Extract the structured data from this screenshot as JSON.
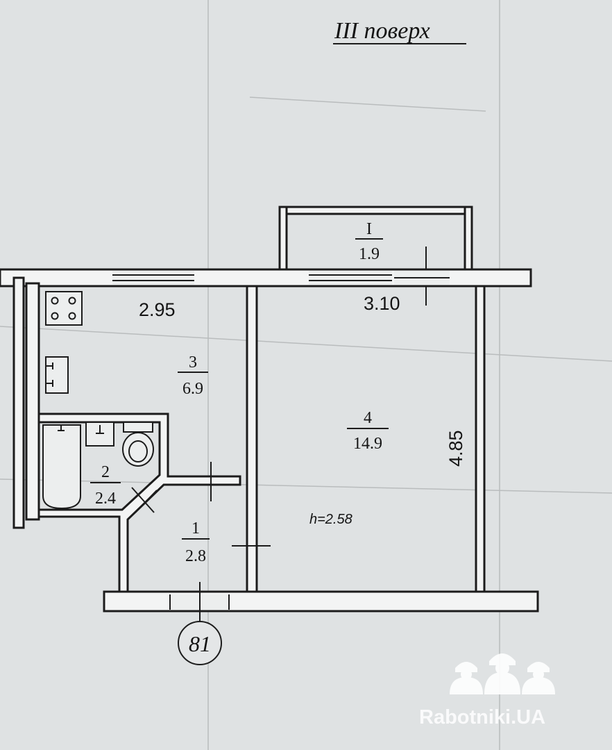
{
  "floor_title": "III поверх",
  "ceiling_height": "h=2.58",
  "apartment_number": "81",
  "rooms": [
    {
      "id": "balcony",
      "number": "I",
      "area": "1.9"
    },
    {
      "id": "hallway",
      "number": "1",
      "area": "2.8"
    },
    {
      "id": "bathroom",
      "number": "2",
      "area": "2.4"
    },
    {
      "id": "kitchen",
      "number": "3",
      "area": "6.9"
    },
    {
      "id": "living-room",
      "number": "4",
      "area": "14.9"
    }
  ],
  "dimensions": {
    "kitchen_width": "2.95",
    "room_width": "3.10",
    "room_length": "4.85"
  },
  "watermark": {
    "text": "Rabotniki.UA",
    "icon": "three-workers-in-hardhats-icon"
  },
  "colors": {
    "paper": "#dfe2e3",
    "ink": "#1c1c1c",
    "watermark": "#ffffff"
  }
}
